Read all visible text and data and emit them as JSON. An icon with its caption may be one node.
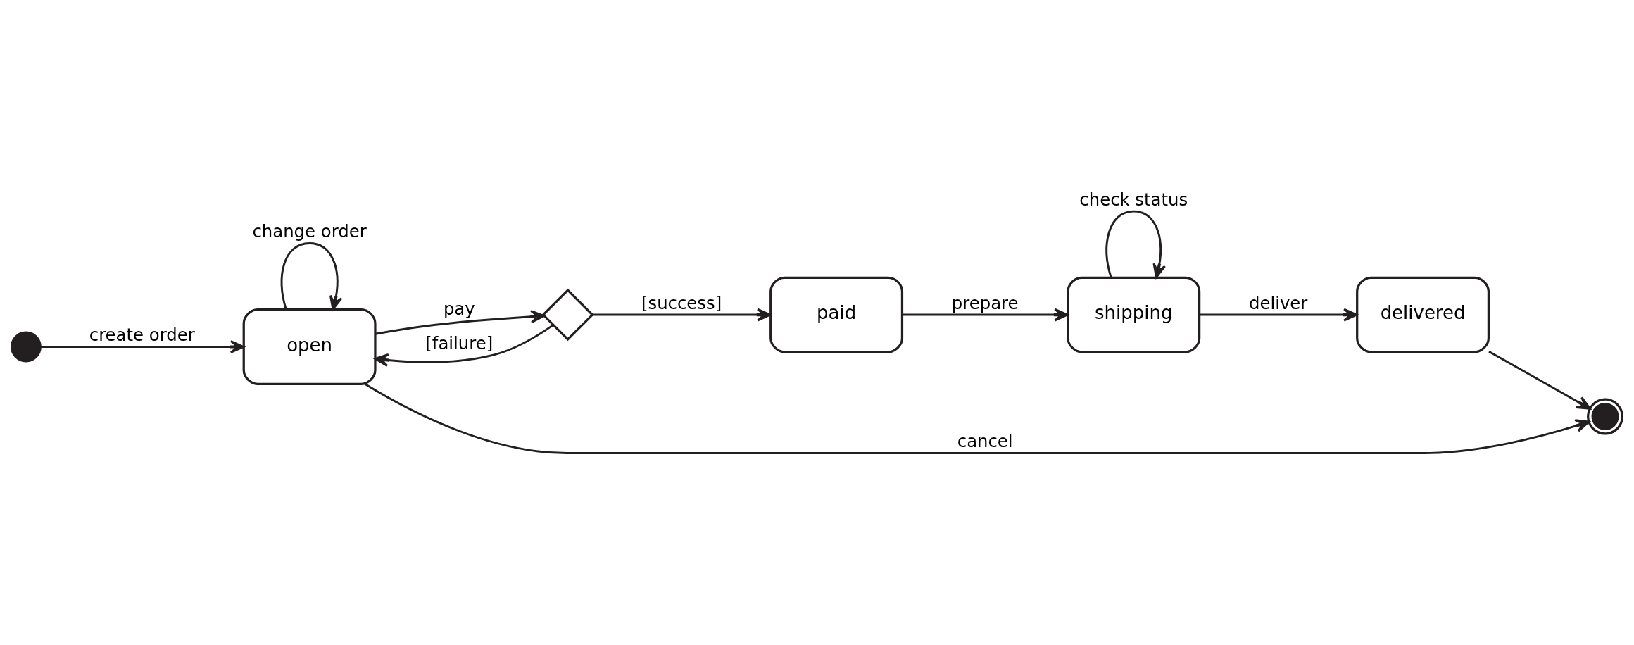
{
  "diagram": {
    "nodes": [
      {
        "text": [],
        "shape": "circle"
      },
      {
        "text": [
          "open"
        ]
      },
      {
        "text": [],
        "shape": "diamond"
      },
      {
        "text": [
          "paid"
        ]
      },
      {
        "text": [
          "shipping"
        ]
      },
      {
        "text": [
          "delivered"
        ]
      },
      {
        "text": [],
        "shape": "bullseye"
      }
    ],
    "edges": [
      {
        "from": 0,
        "to": 1,
        "arrow": "to",
        "label": "create order"
      },
      {
        "from": 1,
        "to": 1,
        "arrow": "to",
        "label": "change order"
      },
      {
        "from": 1,
        "to": 2,
        "arrow": "to",
        "label": "pay"
      },
      {
        "from": 2,
        "to": 3,
        "arrow": "to",
        "label": "[success]"
      },
      {
        "from": 2,
        "to": 1,
        "arrow": "to",
        "label": "[failure]"
      },
      {
        "from": 1,
        "to": 6,
        "arrow": "to",
        "label": "cancel"
      },
      {
        "from": 3,
        "to": 4,
        "arrow": "to",
        "label": "prepare"
      },
      {
        "from": 4,
        "to": 5,
        "arrow": "to",
        "label": "deliver"
      },
      {
        "from": 4,
        "to": 4,
        "arrow": "to",
        "label": "check status"
      },
      {
        "from": 5,
        "to": 6,
        "arrow": "to"
      }
    ]
  }
}
